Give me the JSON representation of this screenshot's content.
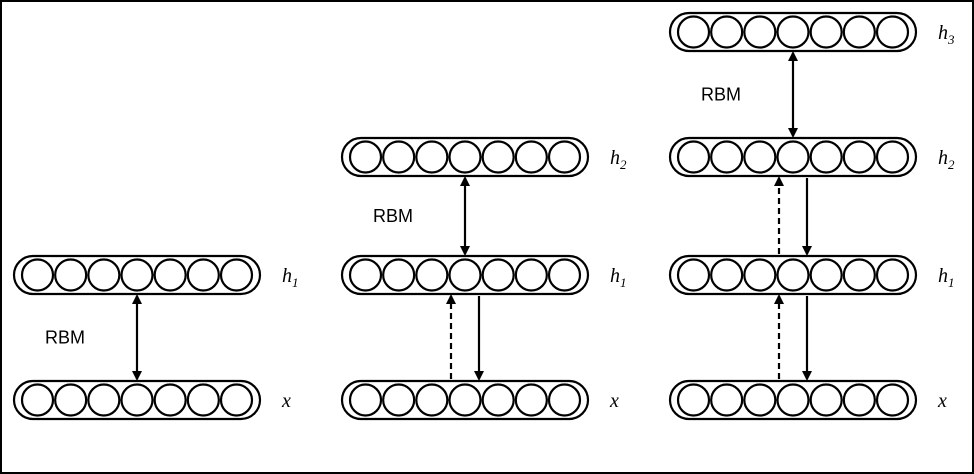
{
  "rbm_label": "RBM",
  "units_per_layer": 7,
  "stacks": [
    {
      "layers": [
        {
          "name": "x",
          "sub": ""
        },
        {
          "name": "h",
          "sub": "1"
        }
      ]
    },
    {
      "layers": [
        {
          "name": "x",
          "sub": ""
        },
        {
          "name": "h",
          "sub": "1"
        },
        {
          "name": "h",
          "sub": "2"
        }
      ]
    },
    {
      "layers": [
        {
          "name": "x",
          "sub": ""
        },
        {
          "name": "h",
          "sub": "1"
        },
        {
          "name": "h",
          "sub": "2"
        },
        {
          "name": "h",
          "sub": "3"
        }
      ]
    }
  ]
}
